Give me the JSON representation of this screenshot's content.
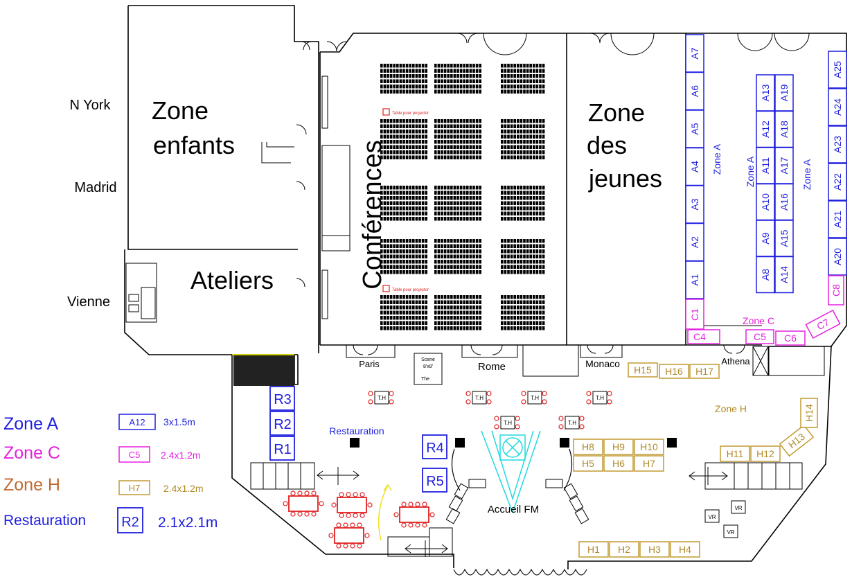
{
  "rooms": {
    "zone_enfants": [
      "Zone",
      "enfants"
    ],
    "ateliers": "Ateliers",
    "conferences": "Conférences",
    "zone_jeunes": [
      "Zone",
      "des",
      "jeunes"
    ],
    "projector_table": "Table pour projector",
    "scene": [
      "Scene",
      "8'x8'",
      "The"
    ]
  },
  "side_rooms": [
    "N York",
    "Madrid",
    "Vienne"
  ],
  "doors": [
    "Paris",
    "Rome",
    "Monaco",
    "Athena"
  ],
  "zone_labels": {
    "zone_a": "Zone A",
    "zone_c": "Zone C",
    "zone_h": "Zone H",
    "restauration": "Restauration",
    "accueil": "Accueil FM"
  },
  "booths_a_left": [
    "A7",
    "A6",
    "A5",
    "A4",
    "A3",
    "A2",
    "A1"
  ],
  "booths_a_mid": {
    "col1": [
      "A13",
      "A12",
      "A11",
      "A10",
      "A9",
      "A8"
    ],
    "col2": [
      "A19",
      "A18",
      "A17",
      "A16",
      "A15",
      "A14"
    ]
  },
  "booths_a_right": [
    "A25",
    "A24",
    "A23",
    "A22",
    "A21",
    "A20"
  ],
  "booths_c": [
    "C1",
    "C4",
    "C5",
    "C6",
    "C7",
    "C8"
  ],
  "booths_h": {
    "top": [
      "H15",
      "H16",
      "H17"
    ],
    "mid1": [
      "H8",
      "H9",
      "H10"
    ],
    "mid2": [
      "H5",
      "H6",
      "H7"
    ],
    "right": [
      "H11",
      "H12"
    ],
    "diag": [
      "H13",
      "H14"
    ],
    "bottom": [
      "H1",
      "H2",
      "H3",
      "H4"
    ]
  },
  "booths_r": [
    "R3",
    "R2",
    "R1",
    "R4",
    "R5"
  ],
  "th_label": "T.H",
  "vr_label": "VR",
  "legend": [
    {
      "name": "Zone A",
      "code": "A12",
      "size": "3x1.5m",
      "color": "#1f1fe0"
    },
    {
      "name": "Zone C",
      "code": "C5",
      "size": "2.4x1.2m",
      "color": "#e620e0"
    },
    {
      "name": "Zone H",
      "code": "H7",
      "size": "2.4x1.2m",
      "color": "#c06a30"
    },
    {
      "name": "Restauration",
      "code": "R2",
      "size": "2.1x2.1m",
      "color": "#1f1fe0"
    }
  ]
}
